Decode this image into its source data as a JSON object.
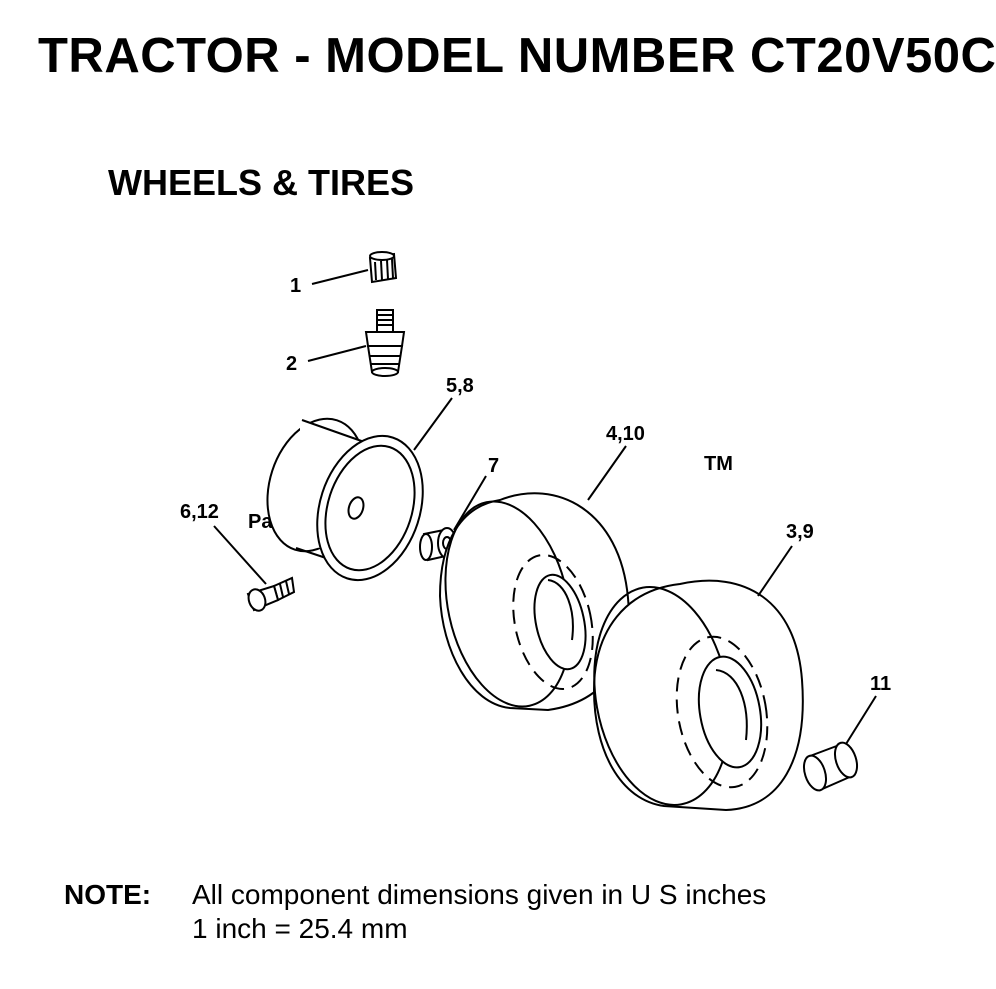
{
  "header": {
    "title": "TRACTOR - MODEL NUMBER CT20V50C",
    "subtitle": "WHEELS & TIRES"
  },
  "watermark": {
    "text": "PartsTree",
    "tm": "TM"
  },
  "callouts": {
    "valve_cap": "1",
    "valve_stem": "2",
    "rim": "5,8",
    "bolt": "6,12",
    "washer": "7",
    "tire_front": "4,10",
    "tire_rear": "3,9",
    "bushing": "11"
  },
  "note": {
    "label": "NOTE:",
    "line1": "All component dimensions given in U S  inches",
    "line2": "1 inch = 25.4 mm"
  }
}
